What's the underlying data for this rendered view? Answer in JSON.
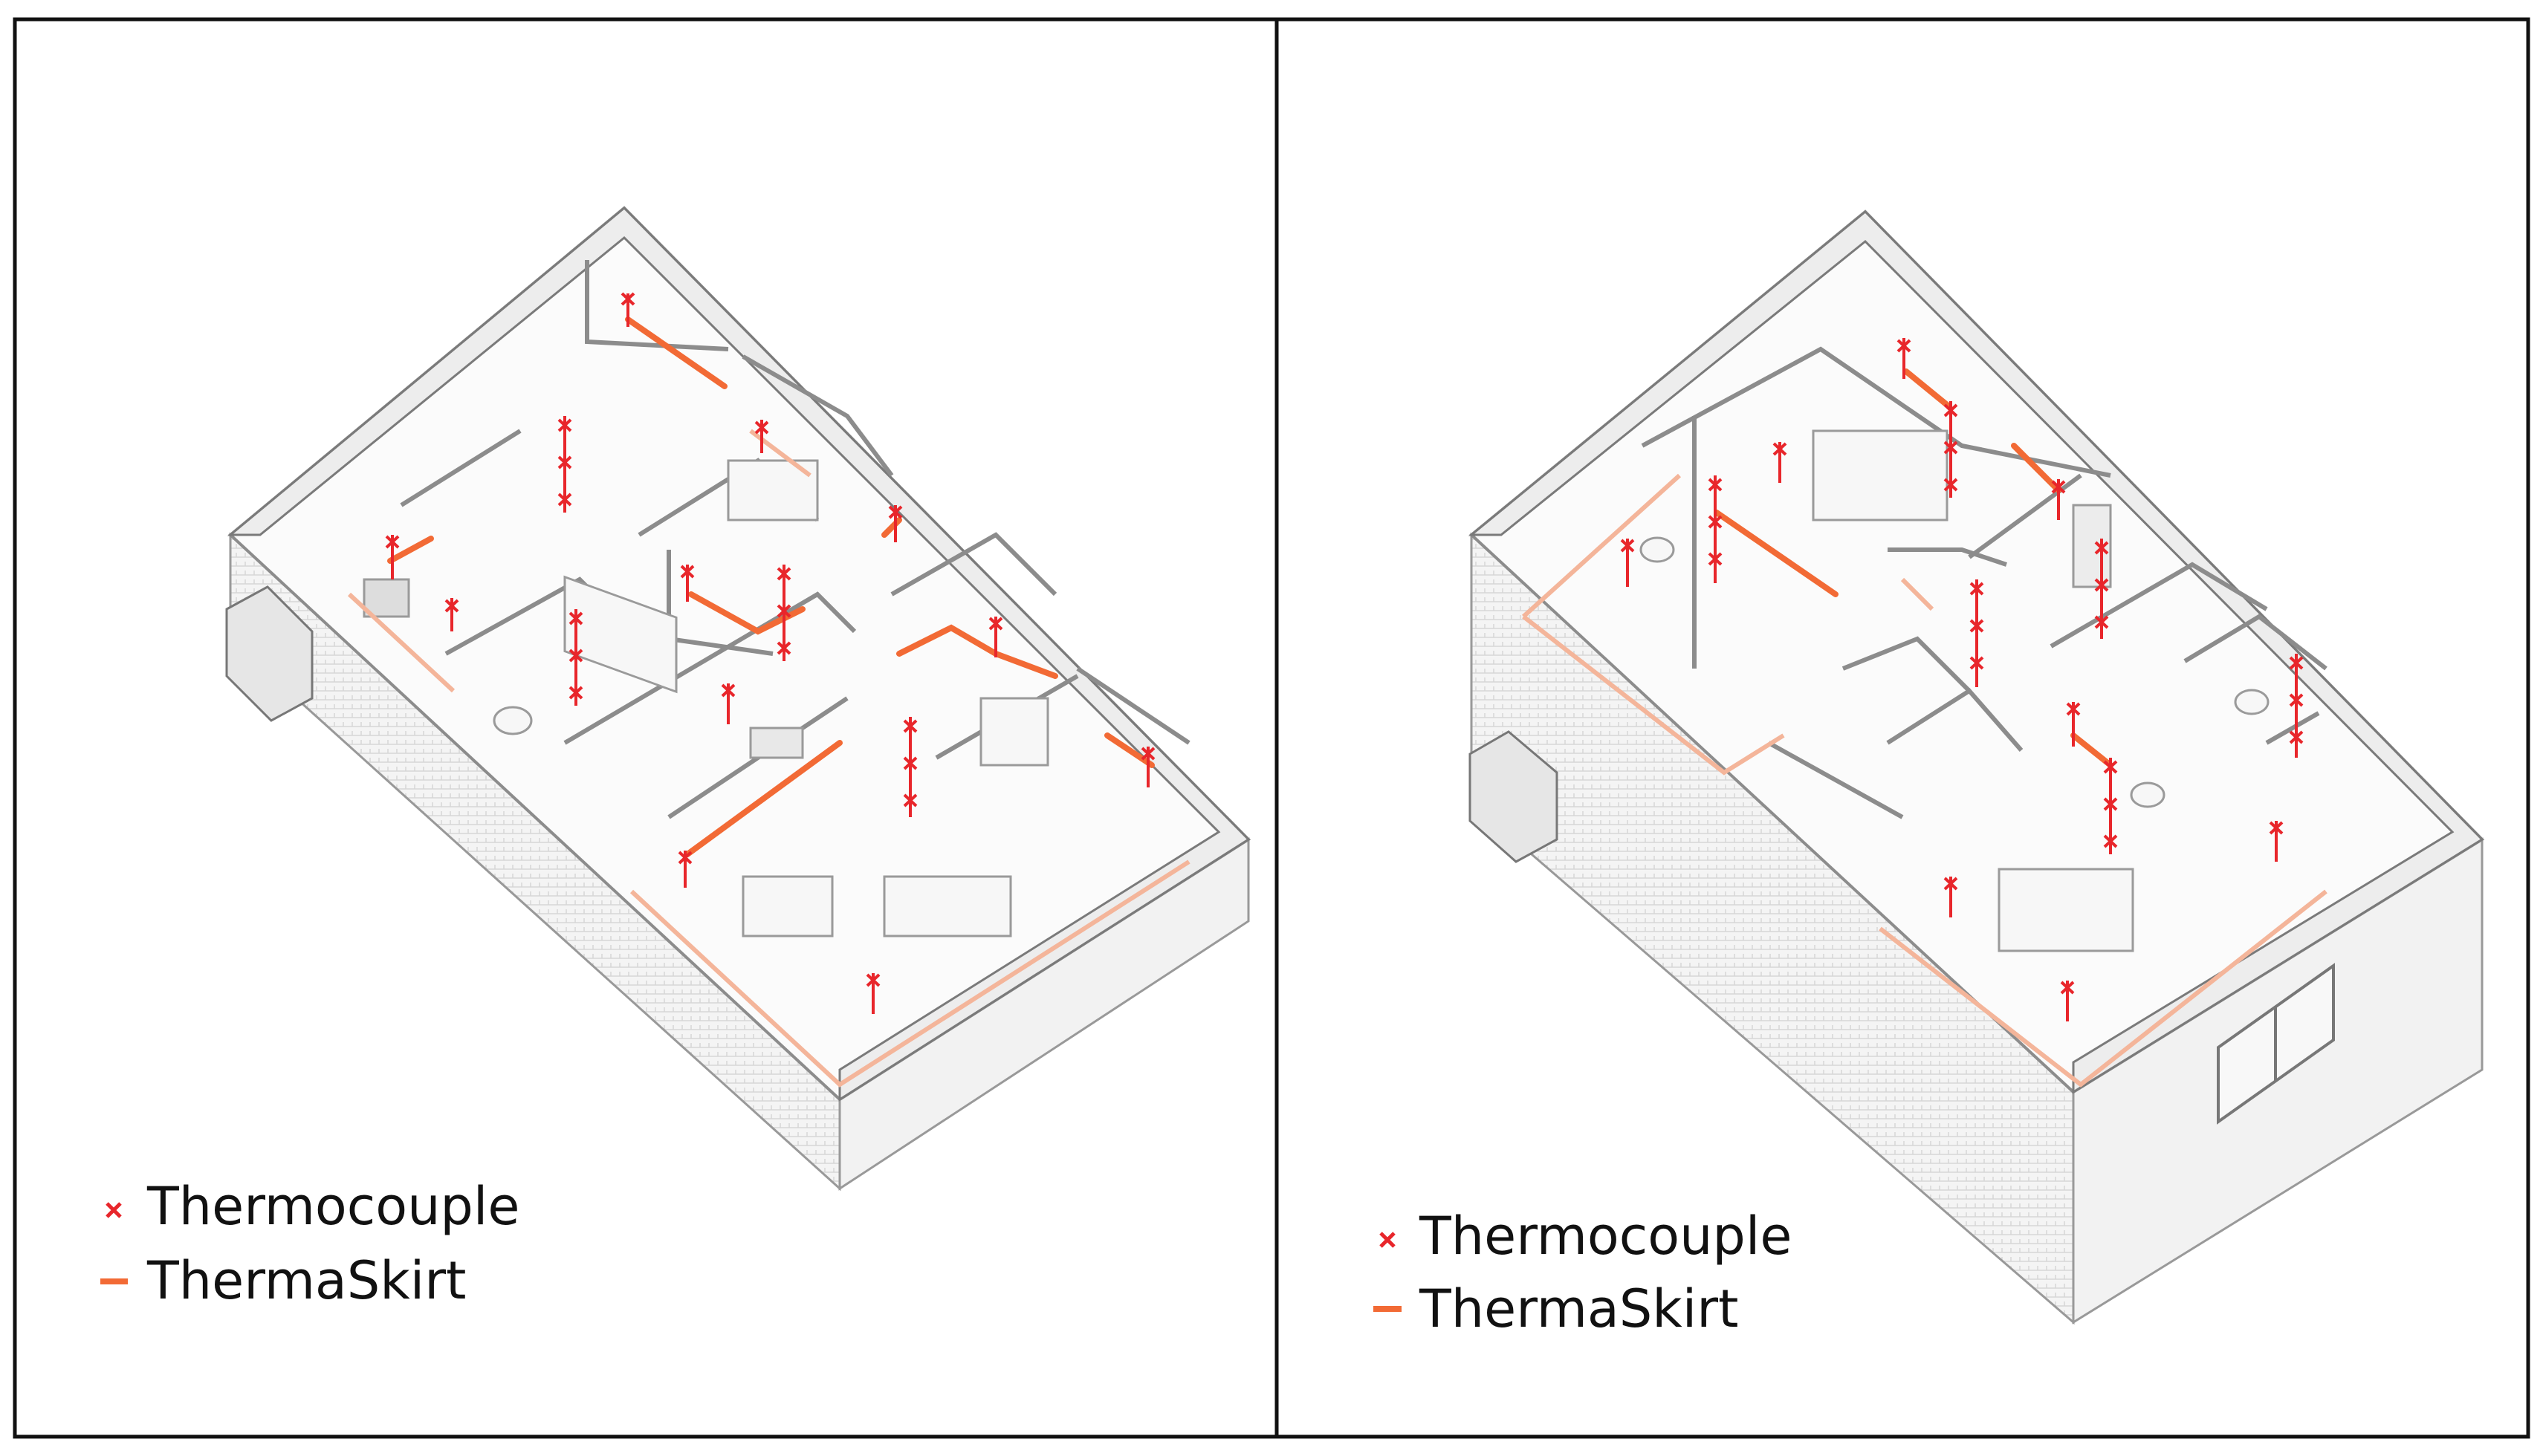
{
  "colors": {
    "thermoskirt": "#f26a35",
    "thermoskirt_faint": "#f4b59a",
    "thermocouple": "#e8262b",
    "wall": "#8c8c8c",
    "wall_dark": "#6e6e6e",
    "border": "#111111"
  },
  "panels": [
    {
      "id": "ground-floor",
      "legend": [
        {
          "label": "Thermocouple",
          "icon": "x-mark-icon"
        },
        {
          "label": "ThermaSkirt",
          "icon": "dash-line-icon"
        }
      ]
    },
    {
      "id": "upper-floor",
      "legend": [
        {
          "label": "Thermocouple",
          "icon": "x-mark-icon"
        },
        {
          "label": "ThermaSkirt",
          "icon": "dash-line-icon"
        }
      ]
    }
  ]
}
